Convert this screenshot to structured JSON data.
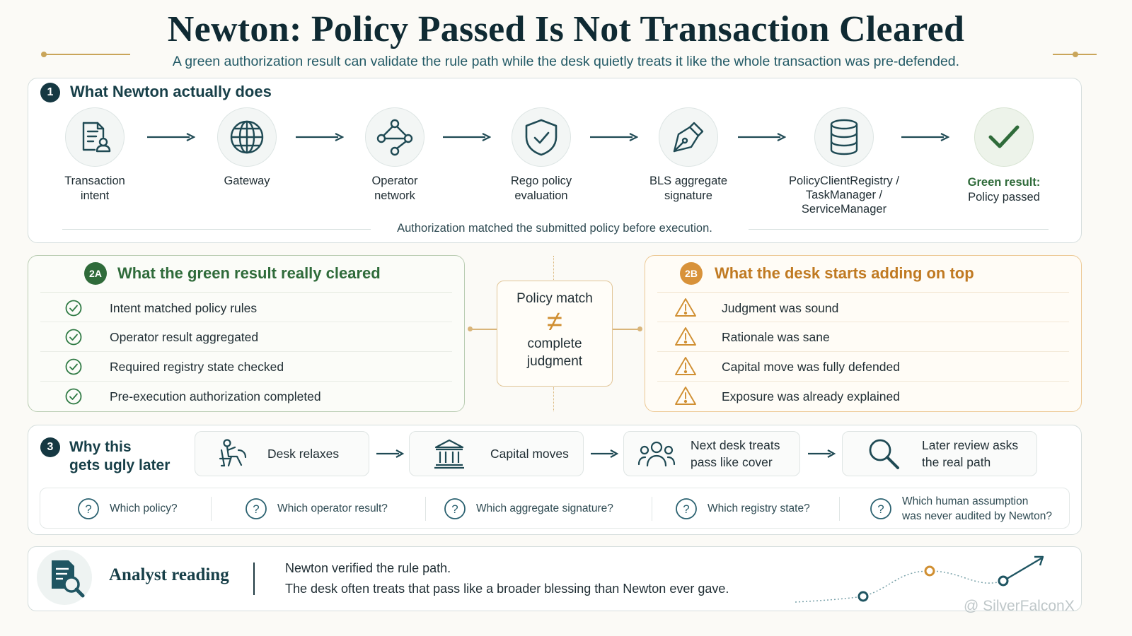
{
  "header": {
    "title": "Newton: Policy Passed Is Not Transaction Cleared",
    "subtitle": "A green authorization result can validate the rule path while the desk quietly treats it like the whole transaction was pre-defended."
  },
  "section1": {
    "badge": "1",
    "heading": "What Newton actually does",
    "steps": [
      {
        "line1": "Transaction",
        "line2": "intent",
        "line3": "",
        "icon": "document-user-icon"
      },
      {
        "line1": "Gateway",
        "line2": "",
        "line3": "",
        "icon": "globe-icon"
      },
      {
        "line1": "Operator",
        "line2": "network",
        "line3": "",
        "icon": "network-nodes-icon"
      },
      {
        "line1": "Rego policy",
        "line2": "evaluation",
        "line3": "",
        "icon": "shield-check-icon"
      },
      {
        "line1": "BLS aggregate",
        "line2": "signature",
        "line3": "",
        "icon": "pen-nib-icon"
      },
      {
        "line1": "PolicyClientRegistry /",
        "line2": "TaskManager /",
        "line3": "ServiceManager",
        "icon": "database-icon"
      },
      {
        "line1": "Green result:",
        "line2": "Policy passed",
        "line3": "",
        "icon": "checkmark-icon"
      }
    ],
    "footer": "Authorization matched the submitted policy before execution."
  },
  "section2a": {
    "badge": "2A",
    "heading": "What the green result really cleared",
    "items": [
      "Intent matched policy rules",
      "Operator result aggregated",
      "Required registry state checked",
      "Pre-execution authorization completed"
    ]
  },
  "center": {
    "top": "Policy match",
    "symbol": "≠",
    "line1": "complete",
    "line2": "judgment"
  },
  "section2b": {
    "badge": "2B",
    "heading": "What the desk starts adding on top",
    "items": [
      "Judgment was sound",
      "Rationale was sane",
      "Capital move was fully defended",
      "Exposure was already explained"
    ]
  },
  "section3": {
    "badge": "3",
    "title_line1": "Why this",
    "title_line2": "gets ugly later",
    "cards": [
      {
        "line1": "Desk relaxes",
        "line2": "",
        "icon": "relaxing-person-icon"
      },
      {
        "line1": "Capital moves",
        "line2": "",
        "icon": "bank-icon"
      },
      {
        "line1": "Next desk treats",
        "line2": "pass like cover",
        "icon": "group-icon"
      },
      {
        "line1": "Later review asks",
        "line2": "the real path",
        "icon": "magnifier-icon"
      }
    ],
    "questions": [
      {
        "line1": "Which policy?",
        "line2": ""
      },
      {
        "line1": "Which operator result?",
        "line2": ""
      },
      {
        "line1": "Which aggregate signature?",
        "line2": ""
      },
      {
        "line1": "Which registry state?",
        "line2": ""
      },
      {
        "line1": "Which human assumption",
        "line2": "was never audited by Newton?"
      }
    ]
  },
  "analyst": {
    "title": "Analyst reading",
    "line1": "Newton verified the rule path.",
    "line2": "The desk often treats that pass like a broader blessing than Newton ever gave."
  },
  "watermark": "@ SilverFalconX",
  "colors": {
    "navy": "#153842",
    "teal": "#235a66",
    "green": "#2f6b3a",
    "amber": "#d8923a",
    "gold": "#c9a55a"
  }
}
